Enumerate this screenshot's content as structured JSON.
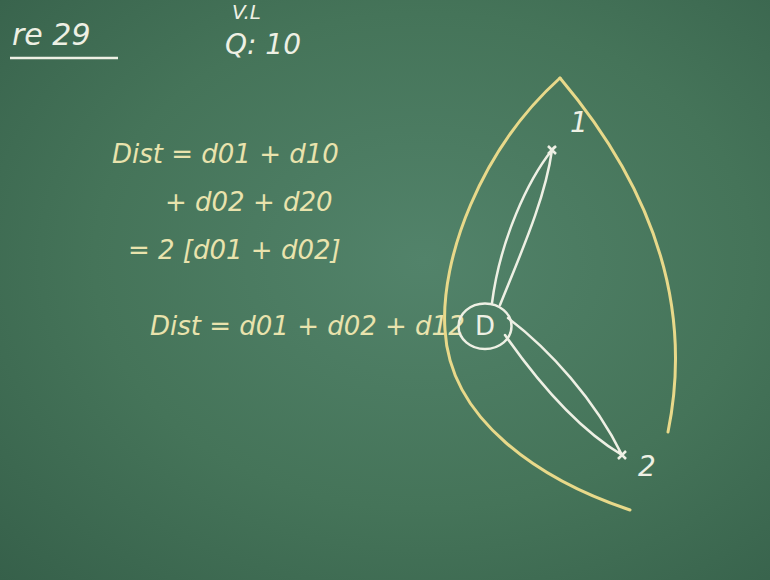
{
  "diagram": {
    "nodes": [
      {
        "text": [
          "D"
        ]
      }
    ],
    "labels": [
      "re 29",
      "V.L",
      "Q: 10",
      "Dist = d01 + d10",
      "+ d02 + d20",
      "= 2 [d01 + d02]",
      "Dist = d01 + d02 + d12",
      "1",
      "2"
    ]
  }
}
